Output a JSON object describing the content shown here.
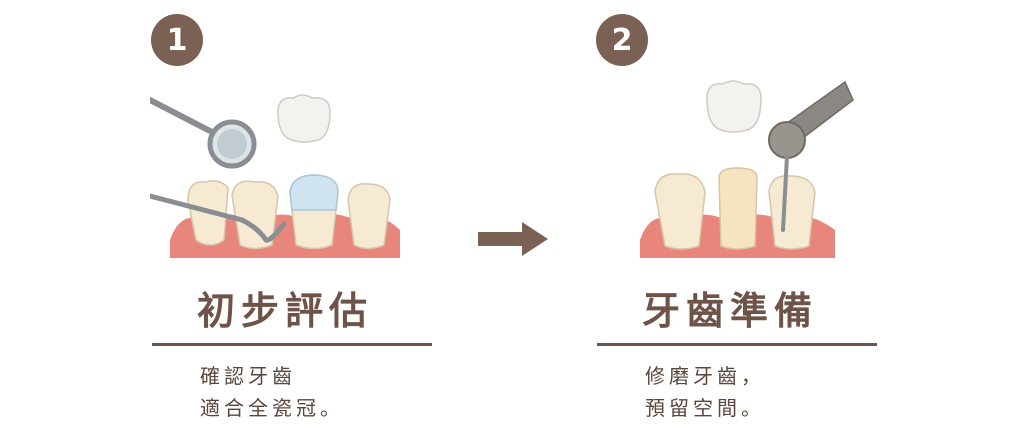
{
  "steps": [
    {
      "number": "1",
      "title": "初步評估",
      "desc_lines": [
        "確認牙齒",
        "適合全瓷冠。"
      ]
    },
    {
      "number": "2",
      "title": "牙齒準備",
      "desc_lines": [
        "修磨牙齒，",
        "預留空間。"
      ]
    }
  ],
  "colors": {
    "accent": "#7a6154",
    "gum": "#e8867c",
    "tooth": "#f6ead2",
    "crown": "#f4f2ee"
  },
  "icons": [
    "dental-mirror-icon",
    "dental-probe-icon",
    "ceramic-crown-icon",
    "arrow-right-icon",
    "dental-drill-icon"
  ]
}
